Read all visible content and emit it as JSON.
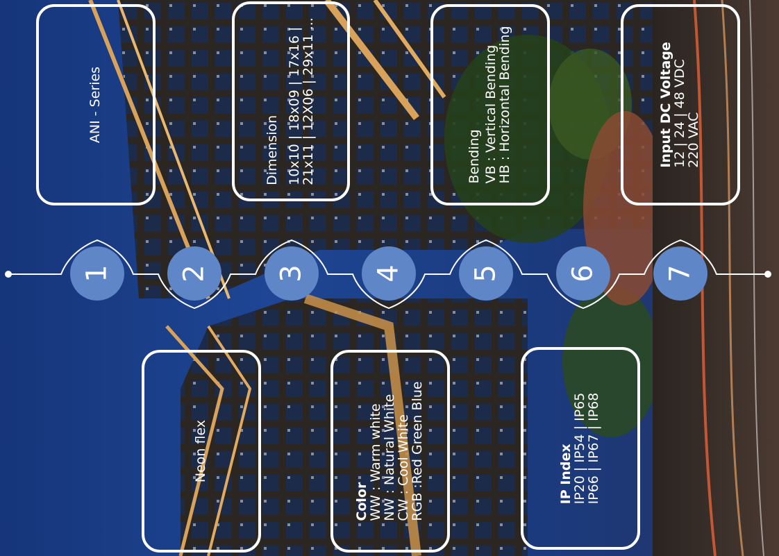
{
  "steps": [
    {
      "number": "1",
      "label": "ANI - Series"
    },
    {
      "number": "2",
      "label": "Neon flex"
    },
    {
      "number": "3",
      "title": "Dimension",
      "lines": [
        "10x10 | 18x09 | 17x16 |",
        "21x11 | 12X06 | 29x11 ..."
      ]
    },
    {
      "number": "4",
      "title": "Color",
      "lines": [
        "WW : Warm white",
        "NW : Natural White",
        "CW : Cool White",
        "RGB :Red Green Blue"
      ]
    },
    {
      "number": "5",
      "title": "Bending",
      "lines": [
        "VB : Vertical Bending",
        "HB : Horizontal Bending"
      ]
    },
    {
      "number": "6",
      "title": "IP Index",
      "lines": [
        "IP20 | IP54 | IP65",
        "IP66 | IP67 | IP68"
      ]
    },
    {
      "number": "7",
      "title": "Input DC Voltage",
      "lines": [
        "12 | 24 | 48 VDC",
        "220 VAC"
      ]
    }
  ],
  "colors": {
    "marker": "#5f86c6",
    "border": "#ffffff",
    "sky": "#1d3f86",
    "building": "#2a1f1a",
    "glow": "#d9a25a"
  }
}
